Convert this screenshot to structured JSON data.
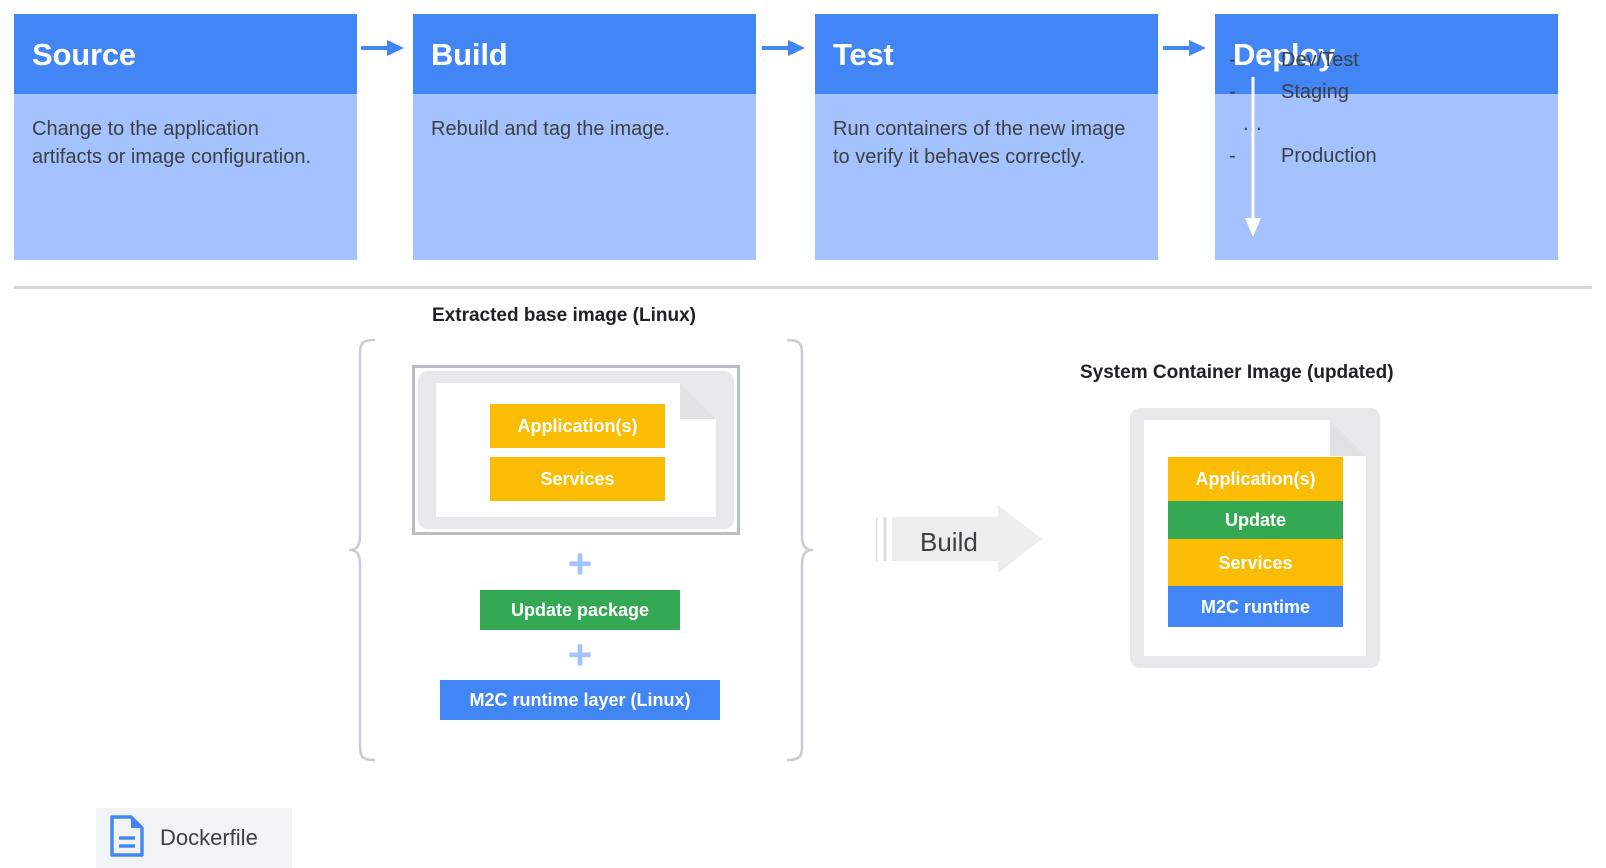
{
  "pipeline": {
    "cards": [
      {
        "title": "Source",
        "body": "Change to the application artifacts or image configuration."
      },
      {
        "title": "Build",
        "body": "Rebuild and tag the image."
      },
      {
        "title": "Test",
        "body": "Run containers of the new image to verify it behaves correctly."
      },
      {
        "title": "Deploy",
        "body": ""
      }
    ],
    "deploy_list": [
      {
        "marker": "-",
        "label": "Dev/Test"
      },
      {
        "marker": "-",
        "label": "Staging"
      },
      {
        "marker": "...",
        "label": ""
      },
      {
        "marker": "-",
        "label": "Production"
      }
    ],
    "arrow_icon": "arrow-right-icon",
    "deploy_flow_icon": "arrow-down-icon"
  },
  "diagram": {
    "source_caption": "Extracted base image (Linux)",
    "result_caption": "System Container Image (updated)",
    "dockerfile": {
      "label": "Dockerfile",
      "icon": "document-icon"
    },
    "base_layers": [
      {
        "label": "Application(s)",
        "color": "#FBBC04"
      },
      {
        "label": "Services",
        "color": "#FBBC04"
      }
    ],
    "added_layers": [
      {
        "label": "Update package",
        "color": "#34A853"
      },
      {
        "label": "M2C runtime layer (Linux)",
        "color": "#4285F4"
      }
    ],
    "plus_symbol": "+",
    "build": {
      "label": "Build",
      "icon": "arrow-right-block-icon"
    },
    "result_layers": [
      {
        "label": "Application(s)",
        "color": "#FBBC04"
      },
      {
        "label": "Update",
        "color": "#34A853"
      },
      {
        "label": "Services",
        "color": "#FBBC04"
      },
      {
        "label": "M2C runtime",
        "color": "#4285F4"
      }
    ],
    "left_brace_icon": "curly-brace-left-icon",
    "right_brace_icon": "curly-brace-right-icon"
  },
  "colors": {
    "header_blue": "#4285F4",
    "body_blue": "#A4C2FE",
    "yellow": "#FBBC04",
    "green": "#34A853",
    "blue": "#4285F4",
    "gray_frame": "#e6e8ea",
    "gray_border": "#b9bec4",
    "divider": "#d2d6dc"
  }
}
